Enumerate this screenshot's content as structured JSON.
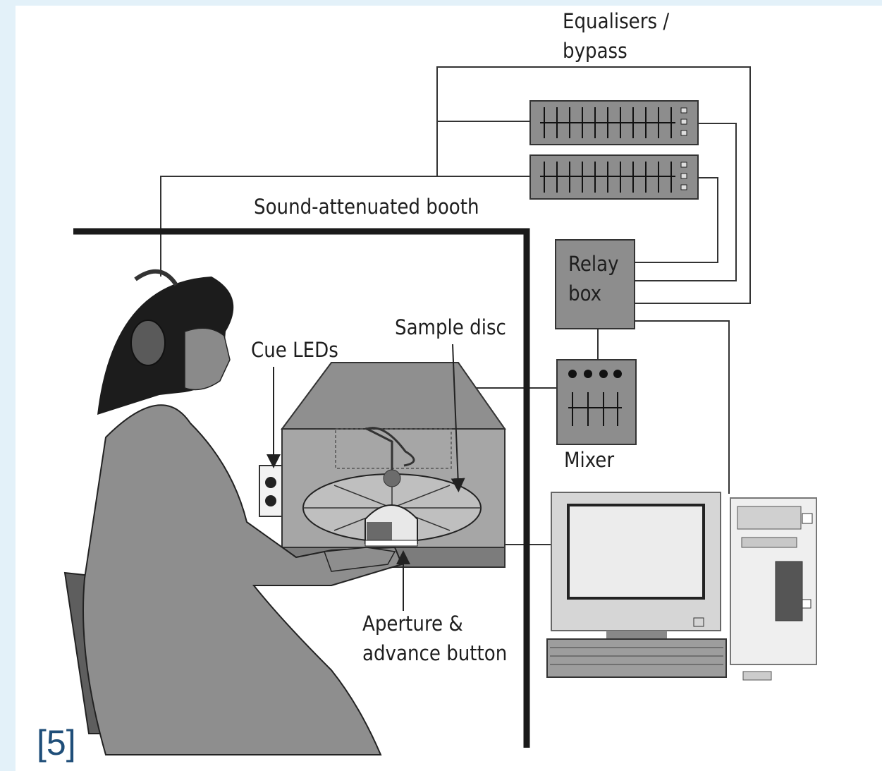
{
  "labels": {
    "equalisers_line1": "Equalisers /",
    "equalisers_line2": "bypass",
    "booth": "Sound-attenuated booth",
    "relay_line1": "Relay",
    "relay_line2": "box",
    "sample_disc": "Sample disc",
    "cue_leds": "Cue LEDs",
    "mixer": "Mixer",
    "aperture_line1": "Aperture &",
    "aperture_line2": "advance button"
  },
  "figure_number": "[5]"
}
